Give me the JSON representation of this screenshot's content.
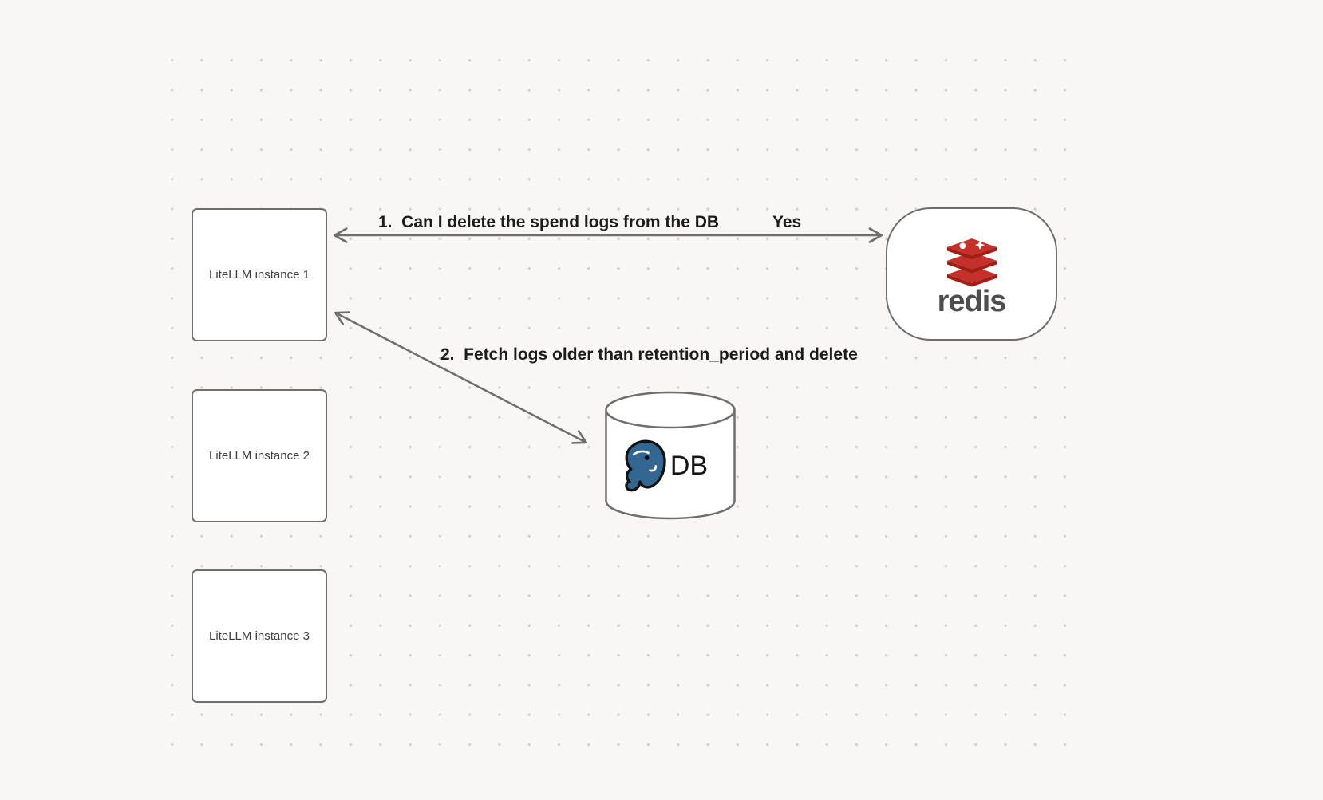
{
  "app": {
    "type": "diagram-canvas"
  },
  "diagram": {
    "nodes": {
      "litellm1": {
        "label": "LiteLLM instance 1"
      },
      "litellm2": {
        "label": "LiteLLM instance 2"
      },
      "litellm3": {
        "label": "LiteLLM instance 3"
      },
      "redis": {
        "label": "redis",
        "icon": "redis-stack-icon"
      },
      "db": {
        "label": "DB",
        "icon": "postgresql-elephant-icon",
        "shape": "database-cylinder"
      }
    },
    "edges": [
      {
        "from": "litellm1",
        "to": "redis",
        "direction": "bidirectional",
        "label": "1.  Can I delete the spend logs from the DB",
        "response_label": "Yes"
      },
      {
        "from": "litellm1",
        "to": "db",
        "direction": "bidirectional",
        "label": "2.  Fetch logs older than retention_period and delete"
      }
    ],
    "colors": {
      "canvas_background": "#f8f7f5",
      "dot_grid": "#d2d0cc",
      "node_fill": "#ffffff",
      "node_border": "#6e6e6e",
      "arrow": "#6e6e6e",
      "edge_label_text": "#1c1c1c",
      "node_label_text": "#3c3c3c",
      "redis_red": "#c6302b",
      "redis_dark_red": "#9e1f15",
      "redis_wordmark": "#4e4e4e",
      "postgres_blue": "#336791"
    }
  }
}
